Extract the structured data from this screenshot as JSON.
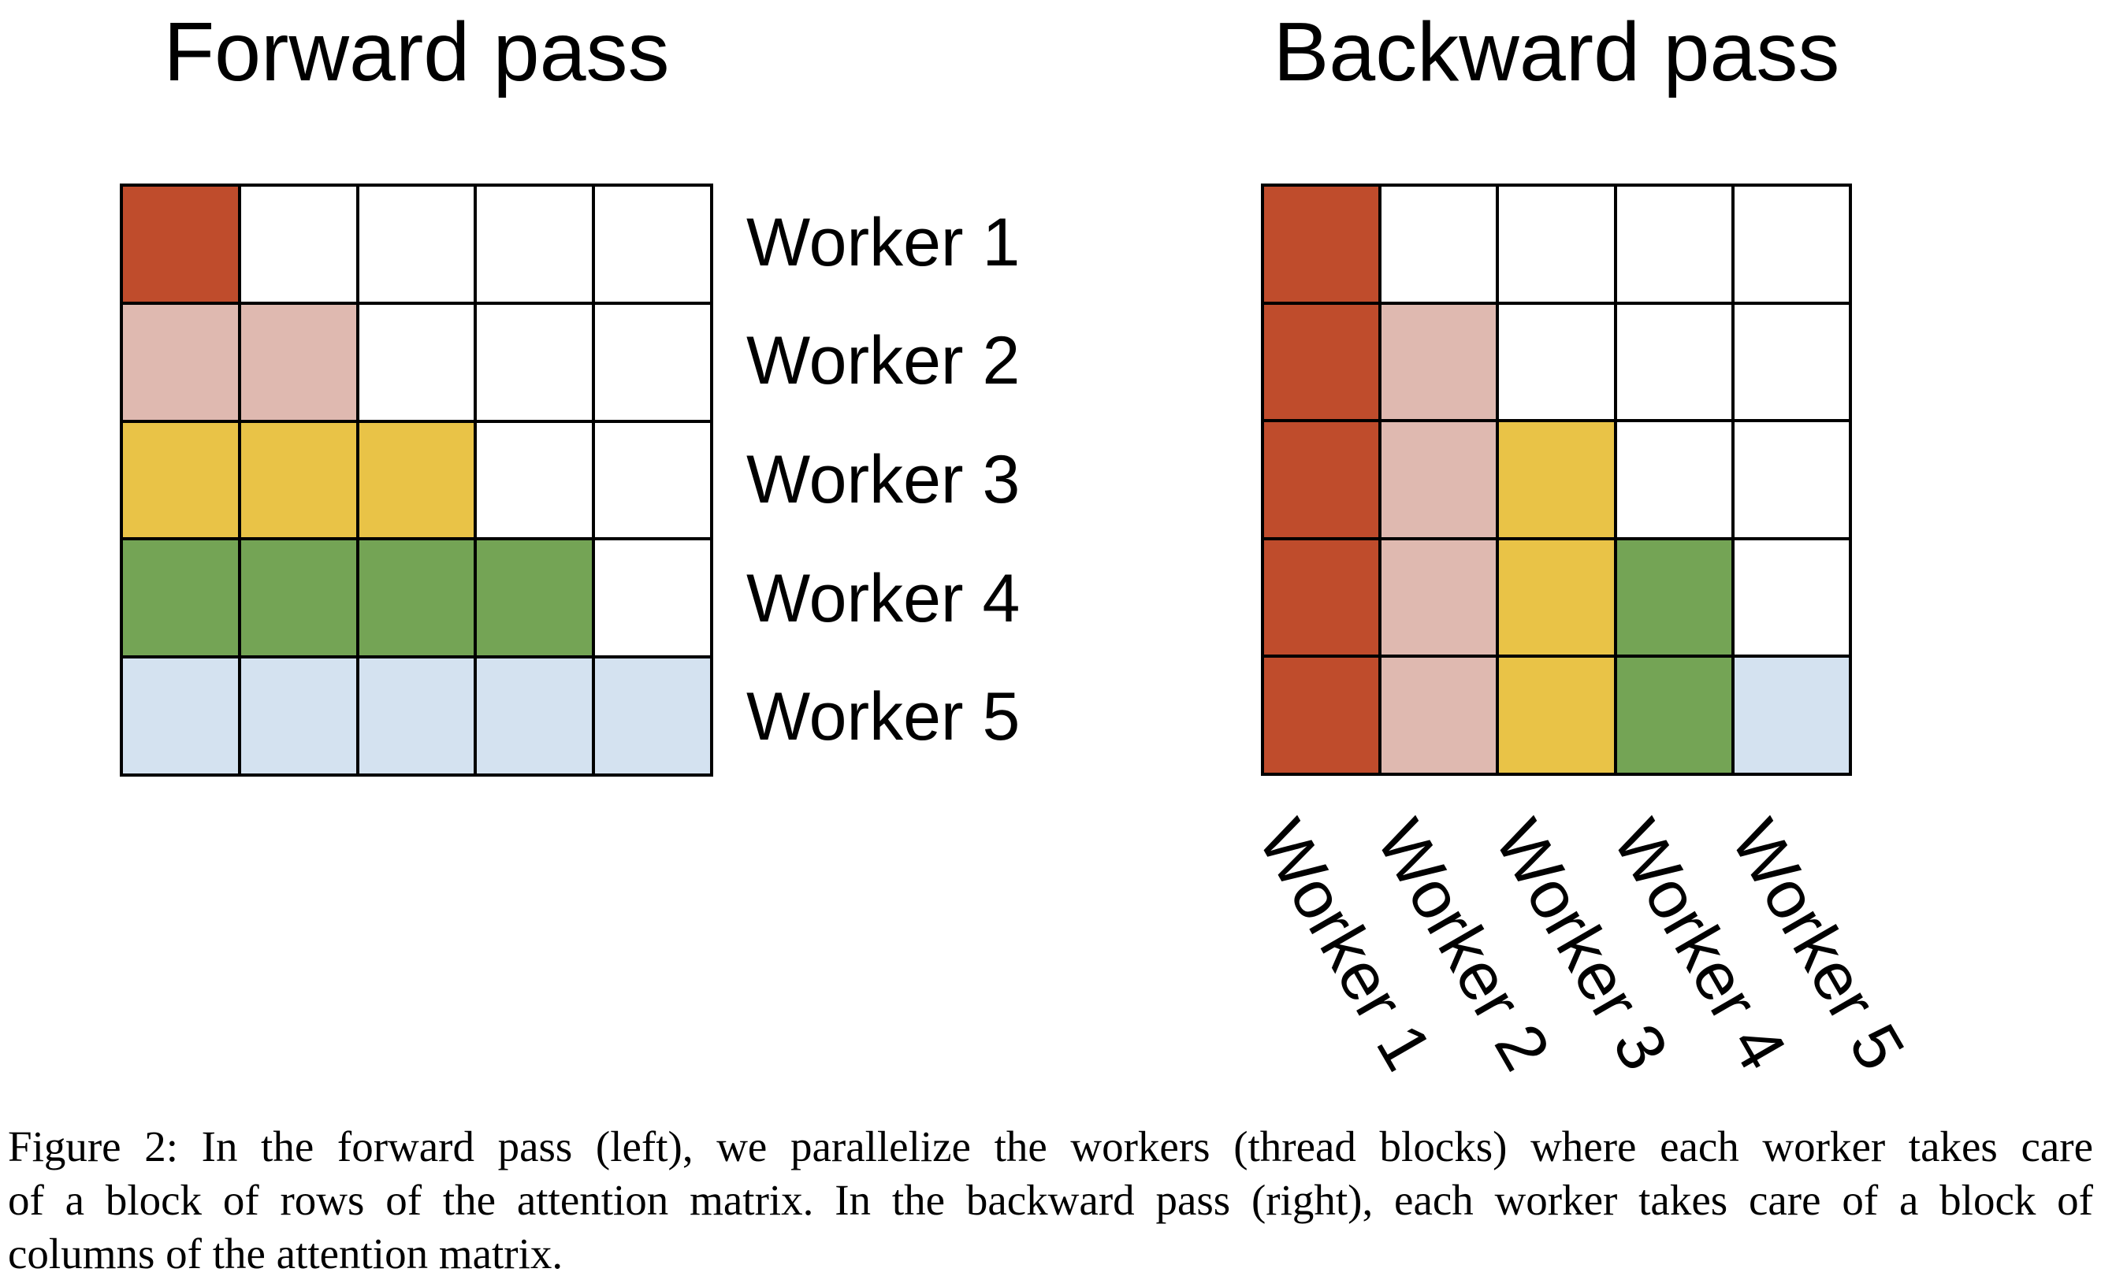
{
  "figure": {
    "grid_size": 5,
    "workers": [
      "Worker 1",
      "Worker 2",
      "Worker 3",
      "Worker 4",
      "Worker 5"
    ],
    "worker_colors": [
      "#BF4C2C",
      "#DFB9B0",
      "#E9C347",
      "#74A455",
      "#D4E2F0"
    ],
    "empty_color": "#FFFFFF",
    "line_color": "#000000",
    "forward": {
      "title": "Forward pass",
      "cells": [
        [
          1,
          0,
          0,
          0,
          0
        ],
        [
          2,
          2,
          0,
          0,
          0
        ],
        [
          3,
          3,
          3,
          0,
          0
        ],
        [
          4,
          4,
          4,
          4,
          0
        ],
        [
          5,
          5,
          5,
          5,
          5
        ]
      ]
    },
    "backward": {
      "title": "Backward pass",
      "cells": [
        [
          1,
          0,
          0,
          0,
          0
        ],
        [
          1,
          2,
          0,
          0,
          0
        ],
        [
          1,
          2,
          3,
          0,
          0
        ],
        [
          1,
          2,
          3,
          4,
          0
        ],
        [
          1,
          2,
          3,
          4,
          5
        ]
      ]
    }
  },
  "caption": {
    "lines": [
      "Figure 2: In the forward pass (left), we parallelize the workers (thread blocks) where each worker takes care",
      "of a block of rows of the attention matrix. In the backward pass (right), each worker takes care of a block of",
      "columns of the attention matrix."
    ]
  }
}
